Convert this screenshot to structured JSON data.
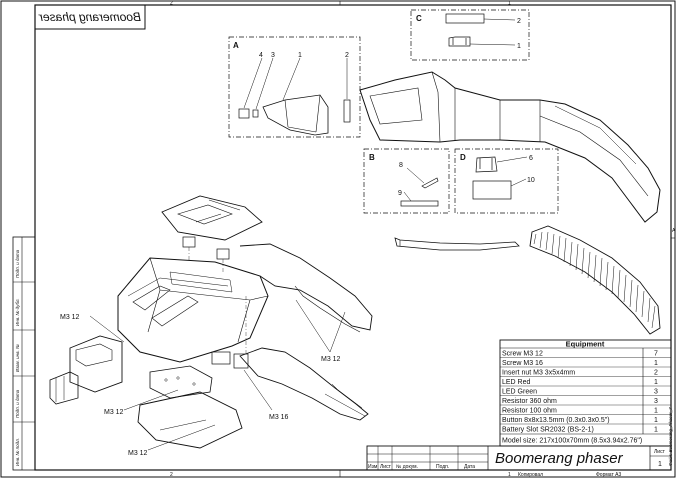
{
  "drawing": {
    "title": "Boomerang phaser",
    "mirrored_stamp": "Boomerang phaser",
    "sheet_label": "Лист",
    "sheet_number": "1",
    "copied_label": "Копировал",
    "format_label": "Формат А3",
    "file_label": "Файл: Boomerang_Phaser_7",
    "zone_top": [
      "2",
      "1"
    ],
    "zone_bottom": [
      "2",
      "1"
    ],
    "zone_right": "A",
    "stamp_columns": [
      "Изм",
      "Лист",
      "№ докум.",
      "Подп.",
      "Дата"
    ],
    "side_labels": [
      "Инв. № подл.",
      "Подп. и дата",
      "Взам. инв. №",
      "Инв. № дубл.",
      "Подп. и дата"
    ]
  },
  "details": [
    {
      "id": "A",
      "callouts": [
        "4",
        "3",
        "1",
        "2"
      ]
    },
    {
      "id": "B",
      "callouts": [
        "8",
        "9"
      ]
    },
    {
      "id": "C",
      "callouts": [
        "2",
        "1"
      ]
    },
    {
      "id": "D",
      "callouts": [
        "6",
        "10"
      ]
    }
  ],
  "callouts": {
    "m3_12_a": "M3 12",
    "m3_12_b": "M3 12",
    "m3_12_c": "M3 12",
    "m3_12_d": "M3 12",
    "m3_16": "M3 16"
  },
  "equipment": {
    "title": "Equipment",
    "rows": [
      {
        "name": "Screw M3 12",
        "qty": "7"
      },
      {
        "name": "Screw M3 16",
        "qty": "1"
      },
      {
        "name": "Insert nut M3 3x5x4mm",
        "qty": "2"
      },
      {
        "name": "LED Red",
        "qty": "1"
      },
      {
        "name": "LED Green",
        "qty": "3"
      },
      {
        "name": "Resistor 360 ohm",
        "qty": "3"
      },
      {
        "name": "Resistor 100 ohm",
        "qty": "1"
      },
      {
        "name": "Button 8x8x13.5mm (0.3x0.3x0.5\")",
        "qty": "1"
      },
      {
        "name": "Battery Slot SR2032 (BS-2-1)",
        "qty": "1"
      }
    ],
    "model_size": "Model size: 217x100x70mm (8.5x3.94x2.76\")"
  }
}
